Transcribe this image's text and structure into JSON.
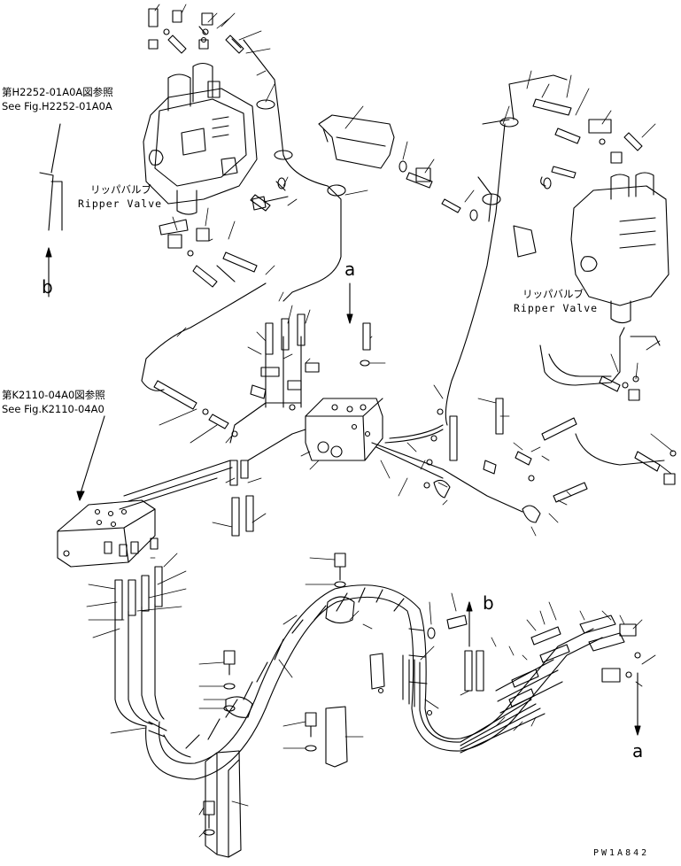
{
  "references": {
    "h2252_jp": "第H2252-01A0A図参照",
    "h2252_en": "See Fig.H2252-01A0A",
    "k2110_jp": "第K2110-04A0図参照",
    "k2110_en": "See Fig.K2110-04A0"
  },
  "valves": {
    "left_jp": "リッパバルブ",
    "left_en": "Ripper Valve",
    "right_jp": "リッパバルブ",
    "right_en": "Ripper Valve"
  },
  "connection_marks": {
    "a_top": "a",
    "a_bottom": "a",
    "b_left": "b",
    "b_right": "b"
  },
  "drawing_number": "PW1A842"
}
